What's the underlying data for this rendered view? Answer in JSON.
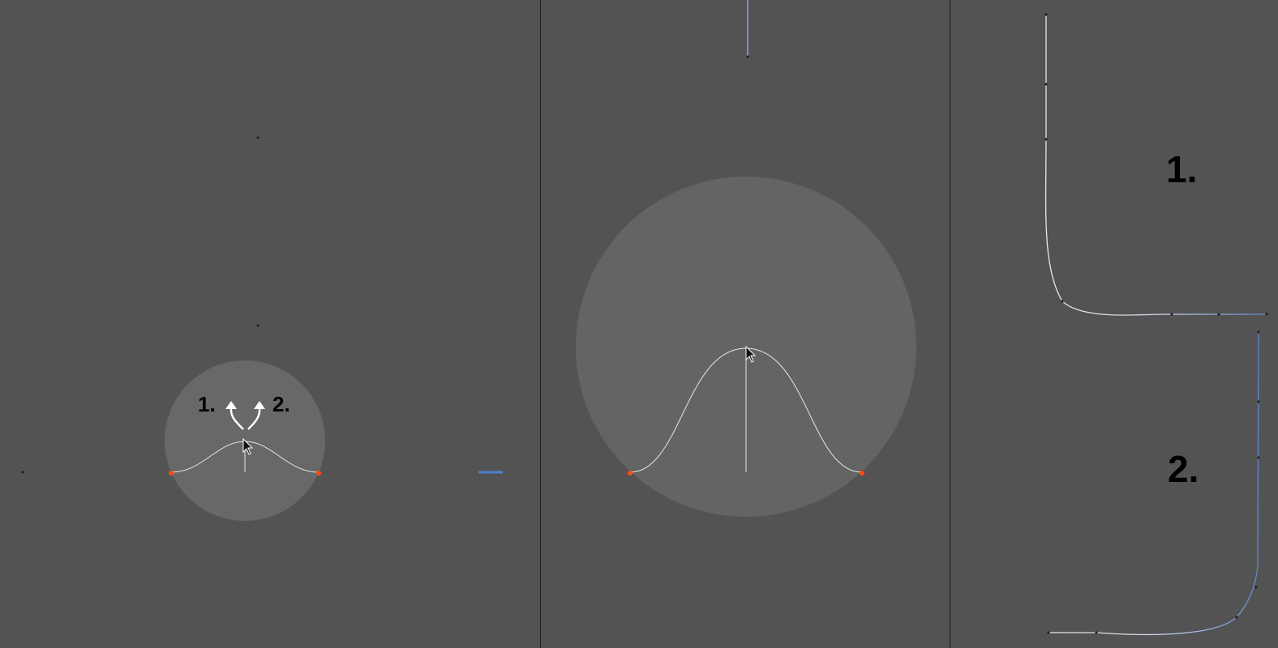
{
  "panels": [
    {
      "name": "viewport-left"
    },
    {
      "name": "viewport-middle"
    },
    {
      "name": "viewport-right"
    }
  ],
  "annotations": {
    "arrow_label_1": "1.",
    "arrow_label_2": "2.",
    "result_label_1": "1.",
    "result_label_2": "2."
  },
  "colors": {
    "background": "#535353",
    "divider": "#1c1c1c",
    "brush_circle": "#7a7a7a",
    "curve_white": "#e6e6e6",
    "curve_blue": "#6a8fd0",
    "point_marker": "#ff4a12",
    "black": "#000000"
  }
}
